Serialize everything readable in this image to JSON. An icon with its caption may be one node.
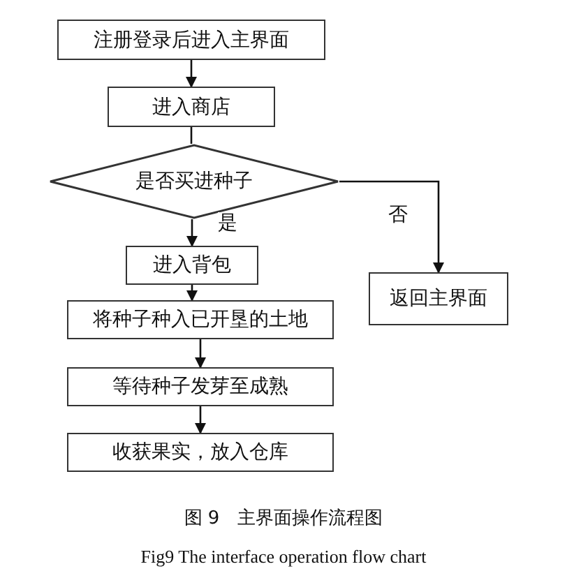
{
  "diagram": {
    "caption": "图 9　主界面操作流程图",
    "nodes": [
      {
        "text": [
          "注册登录后进入主界面"
        ]
      },
      {
        "text": [
          "进入商店"
        ]
      },
      {
        "text": [
          "是否买进种子"
        ]
      },
      {
        "text": [
          "进入背包"
        ]
      },
      {
        "text": [
          "返回主界面"
        ]
      },
      {
        "text": [
          "将种子种入已开垦的土地"
        ]
      },
      {
        "text": [
          "等待种子发芽至成熟"
        ]
      },
      {
        "text": [
          "收获果实，放入仓库"
        ]
      }
    ],
    "edges": [
      {
        "from": 0,
        "to": 1,
        "arrow": "to"
      },
      {
        "from": 1,
        "to": 2,
        "arrow": "none"
      },
      {
        "from": 2,
        "to": 3,
        "arrow": "to",
        "label": "是"
      },
      {
        "from": 2,
        "to": 4,
        "arrow": "to",
        "label": "否"
      },
      {
        "from": 3,
        "to": 5,
        "arrow": "to"
      },
      {
        "from": 5,
        "to": 6,
        "arrow": "to"
      },
      {
        "from": 6,
        "to": 7,
        "arrow": "to"
      }
    ],
    "labels": [
      "Fig9 The interface operation flow chart"
    ]
  }
}
